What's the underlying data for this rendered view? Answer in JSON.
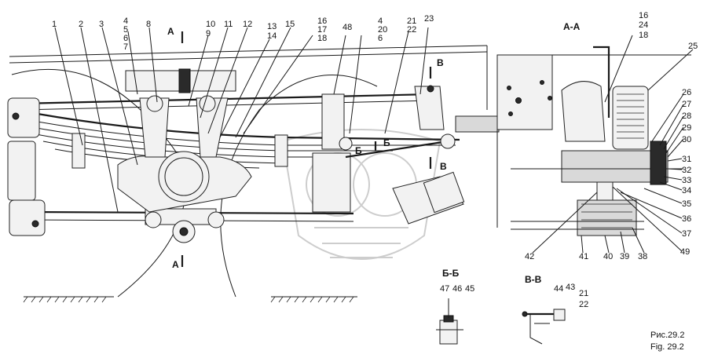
{
  "figure": {
    "caption_ru": "Рис.29.2",
    "caption_en": "Fig. 29.2"
  },
  "sections": {
    "aa_top": "А",
    "aa_bottom": "А",
    "aa_view": "А-А",
    "bb_view": "Б-Б",
    "vv_view": "В-В",
    "b_mark_1": "Б",
    "b_mark_2": "Б",
    "v_mark_1": "В",
    "v_mark_2": "В"
  },
  "callouts_main": [
    "1",
    "2",
    "3",
    "4",
    "5",
    "6",
    "7",
    "8",
    "9",
    "10",
    "11",
    "12",
    "13",
    "14",
    "15",
    "16",
    "17",
    "18",
    "48",
    "4",
    "20",
    "6",
    "21",
    "22",
    "23"
  ],
  "callouts_aa": [
    "16",
    "24",
    "18",
    "25",
    "26",
    "27",
    "28",
    "29",
    "30",
    "31",
    "32",
    "33",
    "34",
    "35",
    "36",
    "37",
    "38",
    "39",
    "40",
    "41",
    "42",
    "49"
  ],
  "callouts_bb": [
    "47",
    "46",
    "45"
  ],
  "callouts_vv": [
    "44",
    "43",
    "21",
    "22"
  ]
}
